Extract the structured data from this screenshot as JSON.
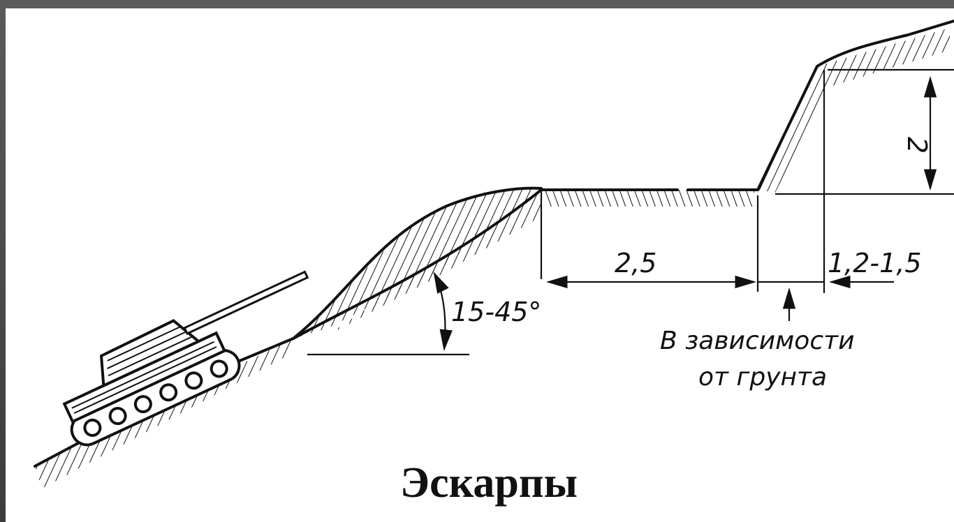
{
  "diagram": {
    "caption": "Эскарпы",
    "labels": {
      "angle": "15-45°",
      "width": "2,5",
      "height": "2",
      "offset": "1,2-1,5",
      "note_line1": "В зависимости",
      "note_line2": "от грунта"
    }
  }
}
